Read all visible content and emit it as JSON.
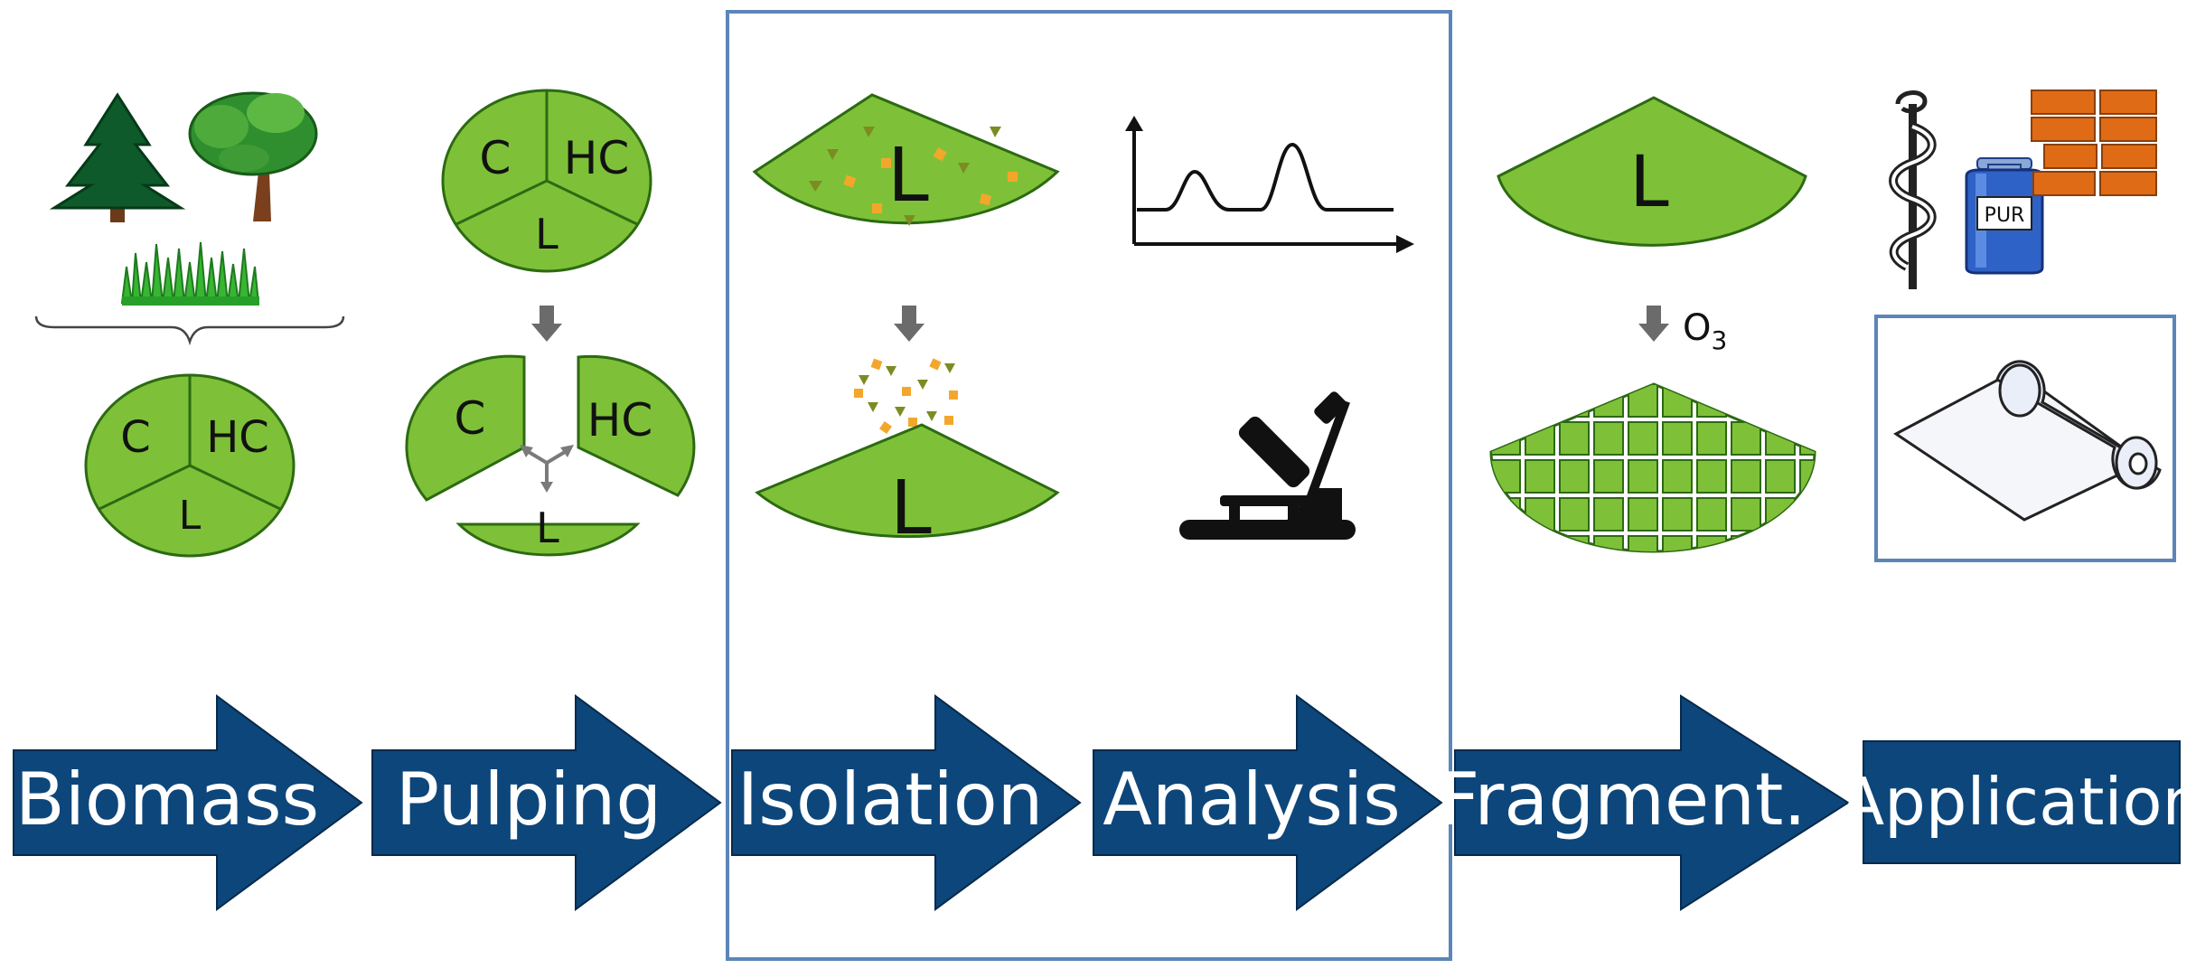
{
  "colors": {
    "green_fill": "#7ec138",
    "green_stroke": "#2c6a12",
    "arrow_blue": "#0d467a",
    "frame_blue": "#5b86b7",
    "arrow_gray": "#6b6b6b",
    "particle_orange": "#f3a72a",
    "particle_olive": "#7c8c22",
    "brick_orange": "#e06b16"
  },
  "biomass": {
    "icons": [
      "conifer-tree-icon",
      "deciduous-tree-icon",
      "grass-icon"
    ],
    "circle_labels": {
      "c": "C",
      "hc": "HC",
      "l": "L"
    }
  },
  "pulping": {
    "circle_labels": {
      "c": "C",
      "hc": "HC",
      "l": "L"
    },
    "separated_labels": {
      "c": "C",
      "hc": "HC",
      "l": "L"
    }
  },
  "isolation": {
    "top_label": "L",
    "bottom_label": "L"
  },
  "analysis": {
    "icons": [
      "chromatogram-icon",
      "microscope-icon"
    ]
  },
  "fragmentation": {
    "top_label": "L",
    "reagent_base": "O",
    "reagent_subscript": "3"
  },
  "application": {
    "icons": [
      "caduceus-icon",
      "spray-can-icon",
      "brick-wall-icon",
      "film-roll-icon"
    ],
    "spray_can_label": "PUR"
  },
  "process_steps": [
    {
      "label": "Biomass"
    },
    {
      "label": "Pulping"
    },
    {
      "label": "Isolation"
    },
    {
      "label": "Analysis"
    },
    {
      "label": "Fragment."
    },
    {
      "label": "Application"
    }
  ]
}
